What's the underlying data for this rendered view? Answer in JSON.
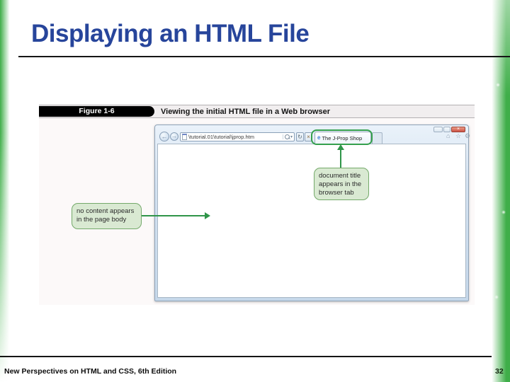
{
  "slide": {
    "title": "Displaying an HTML File",
    "footer_text": "New Perspectives on HTML and CSS, 6th Edition",
    "page_number": "32"
  },
  "figure": {
    "label": "Figure 1-6",
    "caption": "Viewing the initial HTML file in a Web browser"
  },
  "browser": {
    "address": "\\tutorial.01\\tutorial\\jprop.htm",
    "tab_title": "The J-Prop Shop"
  },
  "callouts": {
    "tab_note": "document title appears in the browser tab",
    "body_note": "no content appears in the page body"
  },
  "icons": {
    "back": "←",
    "forward": "→",
    "refresh": "↻",
    "stop": "×",
    "home": "⌂",
    "star": "☆",
    "gear": "⚙",
    "caret": "▾",
    "close": "×",
    "tab_favicon": "e",
    "search": "css-magnifier",
    "page_favicon": "css-page-shape"
  },
  "colors": {
    "accent_green": "#3fae49",
    "title_blue": "#27459b",
    "arrow_green": "#2f9549",
    "callout_fill": "#d9e9d2",
    "callout_border": "#74a96a",
    "figure_label_bg": "#000000"
  }
}
